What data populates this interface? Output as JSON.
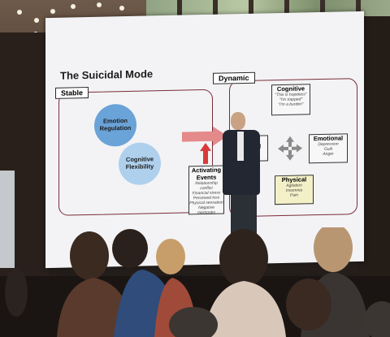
{
  "slide": {
    "title": "The Suicidal Mode",
    "stable_label": "Stable",
    "dynamic_label": "Dynamic",
    "circle_1": "Emotion Regulation",
    "circle_2": "Cognitive Flexibility",
    "activating": {
      "title": "Activating Events",
      "items": "Relationship conflict\nFinancial stress\nPerceived loss\nPhysical sensation\nNegative memories"
    },
    "cognitive": {
      "title": "Cognitive",
      "items": "\"This is hopeless\"\n\"I'm trapped\"\n\"I'm a burden\""
    },
    "behavioral": {
      "title": "avioral"
    },
    "emotional": {
      "title": "Emotional",
      "items": "Depression\nGuilt\nAnger"
    },
    "physical": {
      "title": "Physical",
      "items": "Agitation\nInsomnia\nPain"
    }
  },
  "colors": {
    "accent_red": "#d83a3a",
    "circle_dark": "#6aa3d8",
    "circle_light": "#a9cdeb",
    "frame": "#7a2c3a"
  }
}
